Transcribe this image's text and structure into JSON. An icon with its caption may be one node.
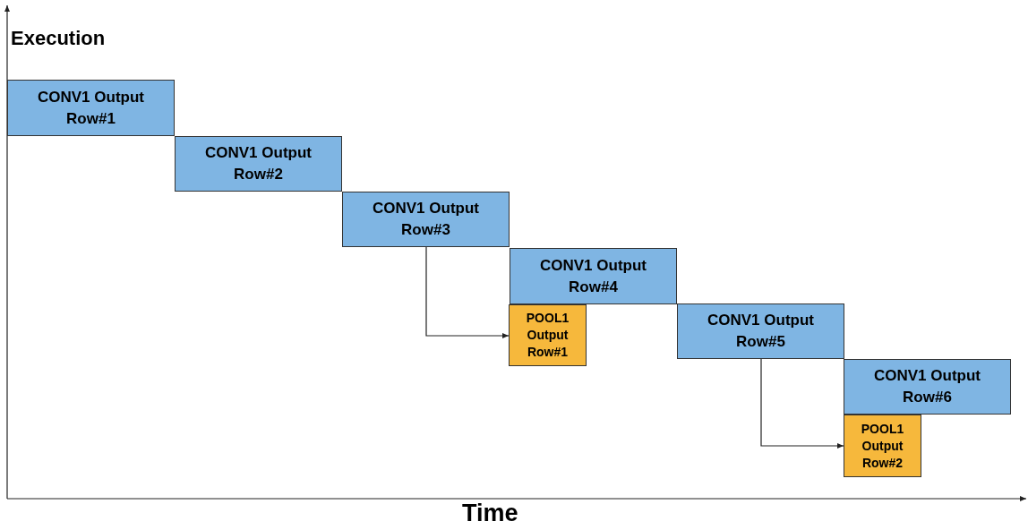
{
  "diagram": {
    "nodes": [
      {
        "text": [
          "CONV1 Output Row#1"
        ]
      },
      {
        "text": [
          "CONV1 Output Row#2"
        ]
      },
      {
        "text": [
          "CONV1 Output Row#3"
        ]
      },
      {
        "text": [
          "CONV1 Output Row#4"
        ]
      },
      {
        "text": [
          "POOL1 Output Row#1"
        ]
      },
      {
        "text": [
          "CONV1 Output Row#5"
        ]
      },
      {
        "text": [
          "CONV1 Output Row#6"
        ]
      },
      {
        "text": [
          "POOL1 Output Row#2"
        ]
      }
    ],
    "edges": [
      {
        "from": 2,
        "to": 4,
        "arrow": "to"
      },
      {
        "from": 5,
        "to": 7,
        "arrow": "to"
      }
    ],
    "labels": [
      "Execution",
      "Time"
    ]
  }
}
